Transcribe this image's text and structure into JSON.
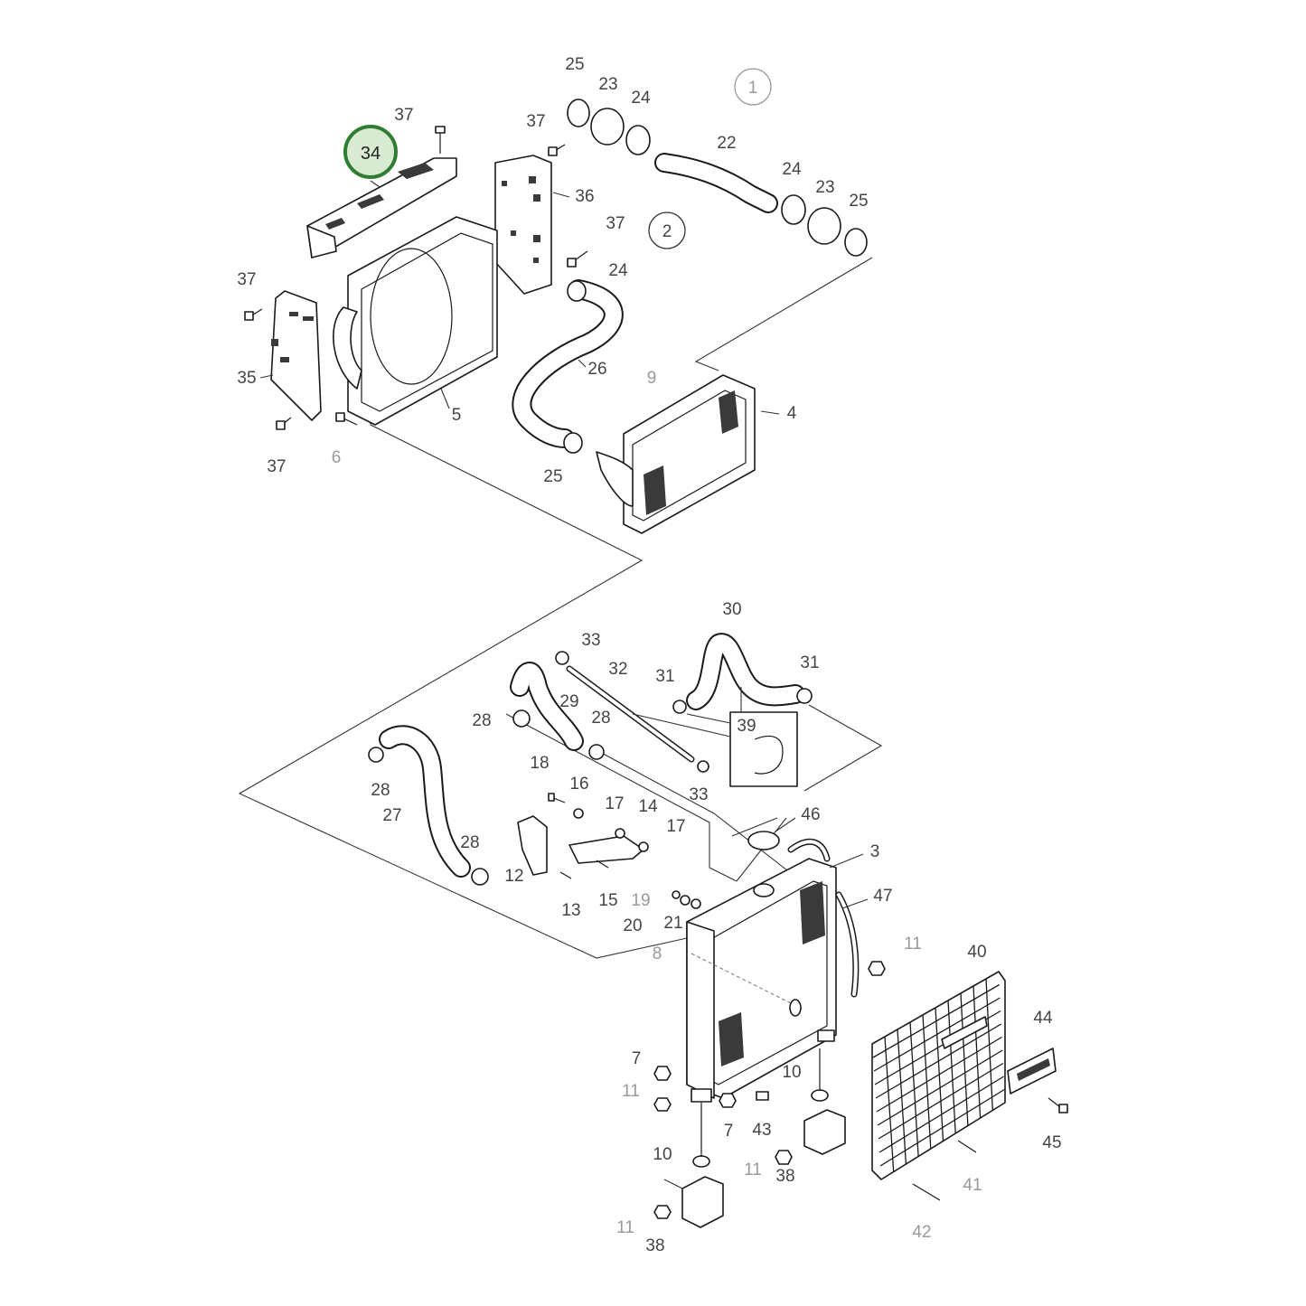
{
  "diagram": {
    "highlighted_callout": "34",
    "highlight_color": "#2e7d32",
    "highlight_fill": "#d9ead3",
    "circled_refs": [
      "1",
      "2"
    ],
    "labels": {
      "l25a": "25",
      "l23a": "23",
      "l24a": "24",
      "l1": "1",
      "l37a": "37",
      "l37b": "37",
      "l34": "34",
      "l36": "36",
      "l22": "22",
      "l24b": "24",
      "l23b": "23",
      "l25b": "25",
      "l37c": "37",
      "l2": "2",
      "l24c": "24",
      "l37d": "37",
      "l35": "35",
      "l26": "26",
      "l9": "9",
      "l4": "4",
      "l5": "5",
      "l37e": "37",
      "l6": "6",
      "l25c": "25",
      "l30": "30",
      "l33a": "33",
      "l32": "32",
      "l31a": "31",
      "l31b": "31",
      "l28a": "28",
      "l29": "29",
      "l28b": "28",
      "l39": "39",
      "l18": "18",
      "l16": "16",
      "l33b": "33",
      "l28c": "28",
      "l17a": "17",
      "l14": "14",
      "l46": "46",
      "l27": "27",
      "l17b": "17",
      "l3": "3",
      "l28d": "28",
      "l12": "12",
      "l15": "15",
      "l19": "19",
      "l47": "47",
      "l13": "13",
      "l20": "20",
      "l21": "21",
      "l8": "8",
      "l11a": "11",
      "l40": "40",
      "l44": "44",
      "l7a": "7",
      "l10a": "10",
      "l11b": "11",
      "l7b": "7",
      "l43": "43",
      "l45": "45",
      "l11c": "11",
      "l10b": "10",
      "l38a": "38",
      "l41": "41",
      "l42": "42",
      "l11d": "11",
      "l38b": "38"
    }
  }
}
